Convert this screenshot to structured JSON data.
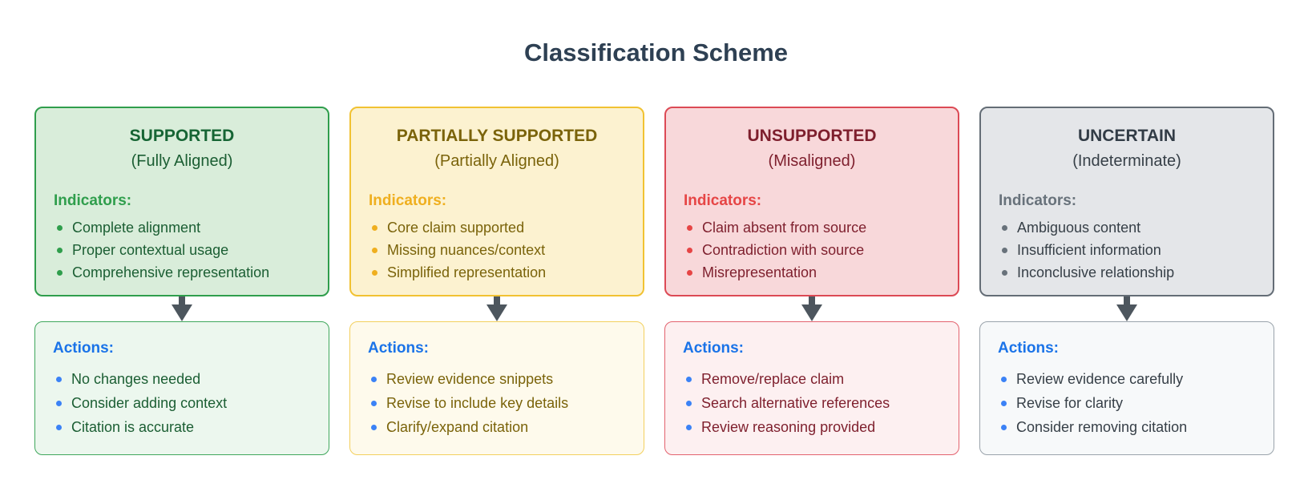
{
  "title": "Classification Scheme",
  "shared": {
    "title_color": "#2e4053",
    "actions_label_color": "#1a73e8",
    "action_bullet_color": "#3b82f6",
    "arrow_color": "#4d565e",
    "background": "#ffffff"
  },
  "columns": [
    {
      "id": "supported",
      "title": "SUPPORTED",
      "subtitle": "(Fully Aligned)",
      "indicators_label": "Indicators:",
      "indicators": [
        "Complete alignment",
        "Proper contextual usage",
        "Comprehensive representation"
      ],
      "actions_label": "Actions:",
      "actions": [
        "No changes needed",
        "Consider adding context",
        "Citation is accurate"
      ],
      "colors": {
        "fill": "#d9edda",
        "border": "#2f9e4c",
        "title": "#166534",
        "indicators_label": "#2f9e4c",
        "bullet": "#2f9e4c",
        "text": "#1b5e33",
        "action_fill": "#ecf7ee",
        "action_border": "#3fa75c"
      }
    },
    {
      "id": "partially-supported",
      "title": "PARTIALLY SUPPORTED",
      "subtitle": "(Partially Aligned)",
      "indicators_label": "Indicators:",
      "indicators": [
        "Core claim supported",
        "Missing nuances/context",
        "Simplified representation"
      ],
      "actions_label": "Actions:",
      "actions": [
        "Review evidence snippets",
        "Revise to include key details",
        "Clarify/expand citation"
      ],
      "colors": {
        "fill": "#fcf2d0",
        "border": "#f1c232",
        "title": "#7a630a",
        "indicators_label": "#efaf1f",
        "bullet": "#efaf1f",
        "text": "#7a630a",
        "action_fill": "#fefaec",
        "action_border": "#f3d05e"
      }
    },
    {
      "id": "unsupported",
      "title": "UNSUPPORTED",
      "subtitle": "(Misaligned)",
      "indicators_label": "Indicators:",
      "indicators": [
        "Claim absent from source",
        "Contradiction with source",
        "Misrepresentation"
      ],
      "actions_label": "Actions:",
      "actions": [
        "Remove/replace claim",
        "Search alternative references",
        "Review reasoning provided"
      ],
      "colors": {
        "fill": "#f8d8da",
        "border": "#dc4a55",
        "title": "#7e1f2d",
        "indicators_label": "#e64545",
        "bullet": "#e64545",
        "text": "#7e1f2d",
        "action_fill": "#fdf0f1",
        "action_border": "#e3626e"
      }
    },
    {
      "id": "uncertain",
      "title": "UNCERTAIN",
      "subtitle": "(Indeterminate)",
      "indicators_label": "Indicators:",
      "indicators": [
        "Ambiguous content",
        "Insufficient information",
        "Inconclusive relationship"
      ],
      "actions_label": "Actions:",
      "actions": [
        "Review evidence carefully",
        "Revise for clarity",
        "Consider removing citation"
      ],
      "colors": {
        "fill": "#e4e6e9",
        "border": "#646d76",
        "title": "#323c46",
        "indicators_label": "#68727b",
        "bullet": "#68727b",
        "text": "#363f47",
        "action_fill": "#f7f9fa",
        "action_border": "#9aa3ab"
      }
    }
  ]
}
